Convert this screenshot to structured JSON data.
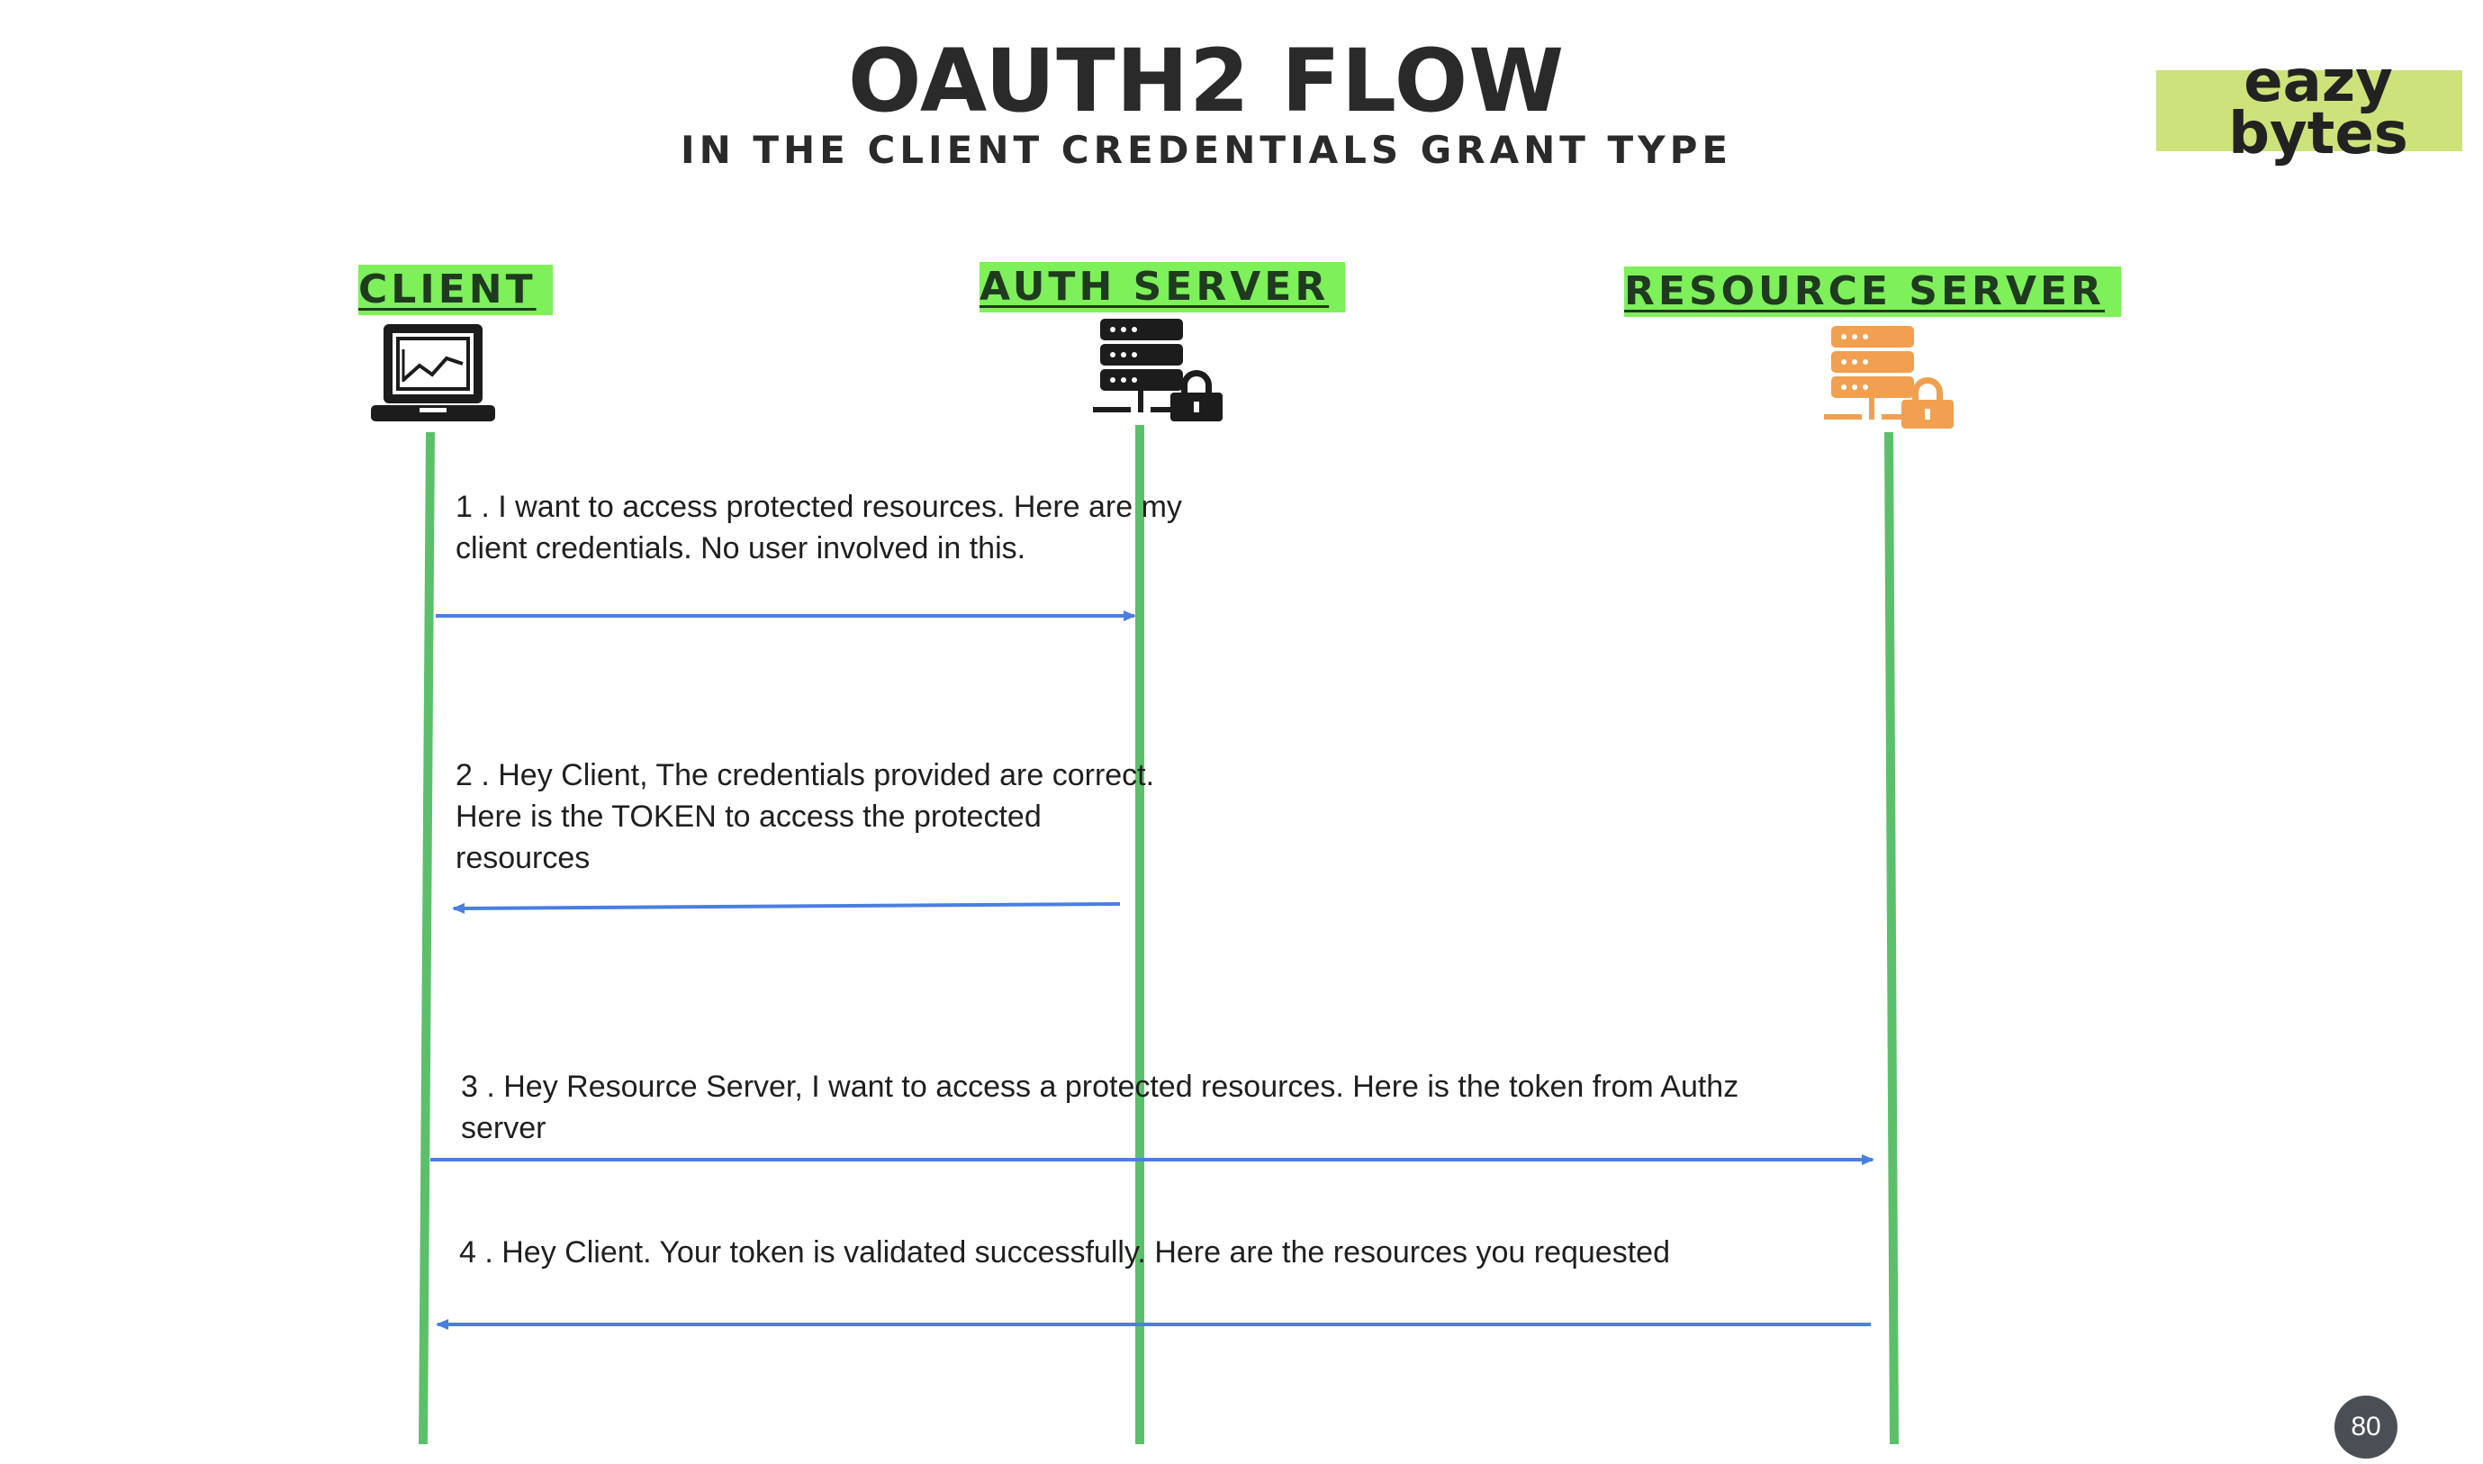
{
  "header": {
    "title": "OAUTH2 FLOW",
    "subtitle": "IN THE CLIENT CREDENTIALS GRANT TYPE"
  },
  "logo": {
    "line1": "eazy",
    "line2": "bytes",
    "color": "#cde27a"
  },
  "actors": [
    {
      "label": "CLIENT",
      "icon": "laptop-icon"
    },
    {
      "label": "AUTH SERVER",
      "icon": "server-lock-icon"
    },
    {
      "label": "RESOURCE SERVER",
      "icon": "server-lock-icon"
    }
  ],
  "messages": [
    {
      "lines": [
        "1 . I want to access protected resources. Here are my",
        "client credentials. No user involved in this."
      ],
      "from": "CLIENT",
      "to": "AUTH SERVER"
    },
    {
      "lines": [
        "2 . Hey Client, The credentials provided are correct.",
        "Here is the TOKEN to access the protected",
        "resources"
      ],
      "from": "AUTH SERVER",
      "to": "CLIENT"
    },
    {
      "lines": [
        "3 . Hey Resource Server,  I want to access a protected resources. Here is the token from Authz",
        "server"
      ],
      "from": "CLIENT",
      "to": "RESOURCE SERVER"
    },
    {
      "lines": [
        "4 . Hey Client. Your token is validated successfully. Here are the resources you requested"
      ],
      "from": "RESOURCE SERVER",
      "to": "CLIENT"
    }
  ],
  "page_number": "80",
  "colors": {
    "lifeline": "#5cc06a",
    "arrow": "#4a7fe0",
    "actor_highlight": "#7ef05a",
    "resource_icon": "#f0a050",
    "auth_icon": "#1c1c1c"
  }
}
